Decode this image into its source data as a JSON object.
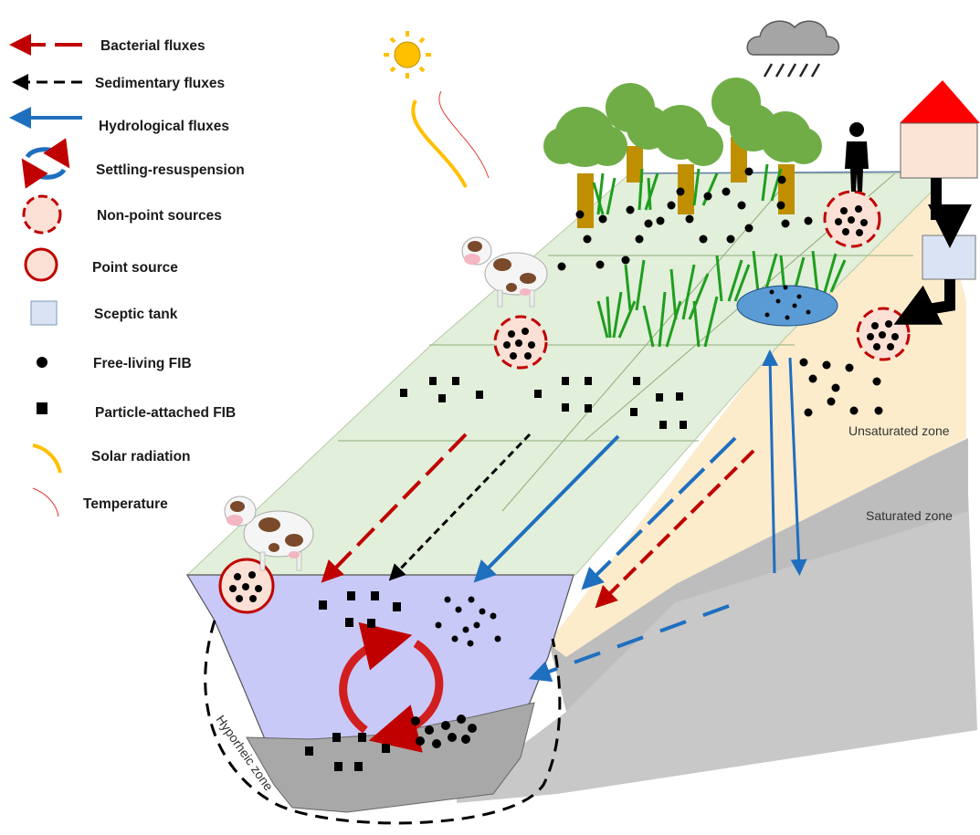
{
  "legend": {
    "bacterial_fluxes": "Bacterial fluxes",
    "sedimentary_fluxes": "Sedimentary fluxes",
    "hydrological_fluxes": "Hydrological fluxes",
    "settling_resuspension": "Settling-resuspension",
    "non_point_sources": "Non-point sources",
    "point_source": "Point source",
    "septic_tank": "Sceptic tank",
    "free_living_fib": "Free-living FIB",
    "particle_attached_fib": "Particle-attached FIB",
    "solar_radiation": "Solar radiation",
    "temperature": "Temperature"
  },
  "zones": {
    "unsaturated": "Unsaturated zone",
    "saturated": "Saturated zone",
    "hyporheic": "Hyporheic zone"
  },
  "colors": {
    "bacterial": "#c00000",
    "sedimentary": "#000000",
    "hydrological": "#1f6fbf",
    "field": "#e2efda",
    "unsaturated": "#fdeccc",
    "saturated": "#c8c8c8",
    "water": "#c9c9f7",
    "sediment": "#a8a8a8",
    "tree_crown": "#70ad47",
    "trunk": "#bf8f00",
    "roof": "#ff0000",
    "house": "#fbe4d5",
    "tank": "#dae3f3",
    "pond": "#5b9bd5",
    "sun": "#ffc000"
  }
}
